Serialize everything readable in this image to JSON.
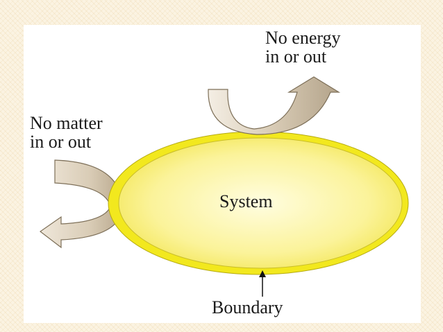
{
  "diagram": {
    "energy_label": {
      "line1": "No energy",
      "line2": "in or out"
    },
    "matter_label": {
      "line1": "No matter",
      "line2": "in or out"
    },
    "system_label": "System",
    "boundary_label": "Boundary"
  },
  "colors": {
    "system_fill": "#fbf5a4",
    "boundary_ring": "#f2e81e",
    "arrow_fill": "#e4d8c6",
    "slide_background": "#fbf3e2"
  }
}
